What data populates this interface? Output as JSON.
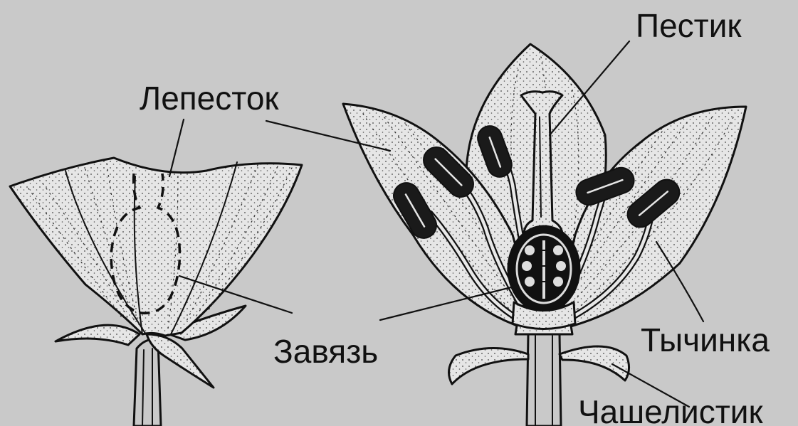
{
  "labels": {
    "petal": "Лепесток",
    "pistil": "Пестик",
    "ovary": "Завязь",
    "stamen": "Тычинка",
    "sepal": "Чашелистик"
  },
  "colors": {
    "background": "#c9c9c9",
    "ink": "#111111",
    "petal_fill": "#e4e4e4"
  }
}
